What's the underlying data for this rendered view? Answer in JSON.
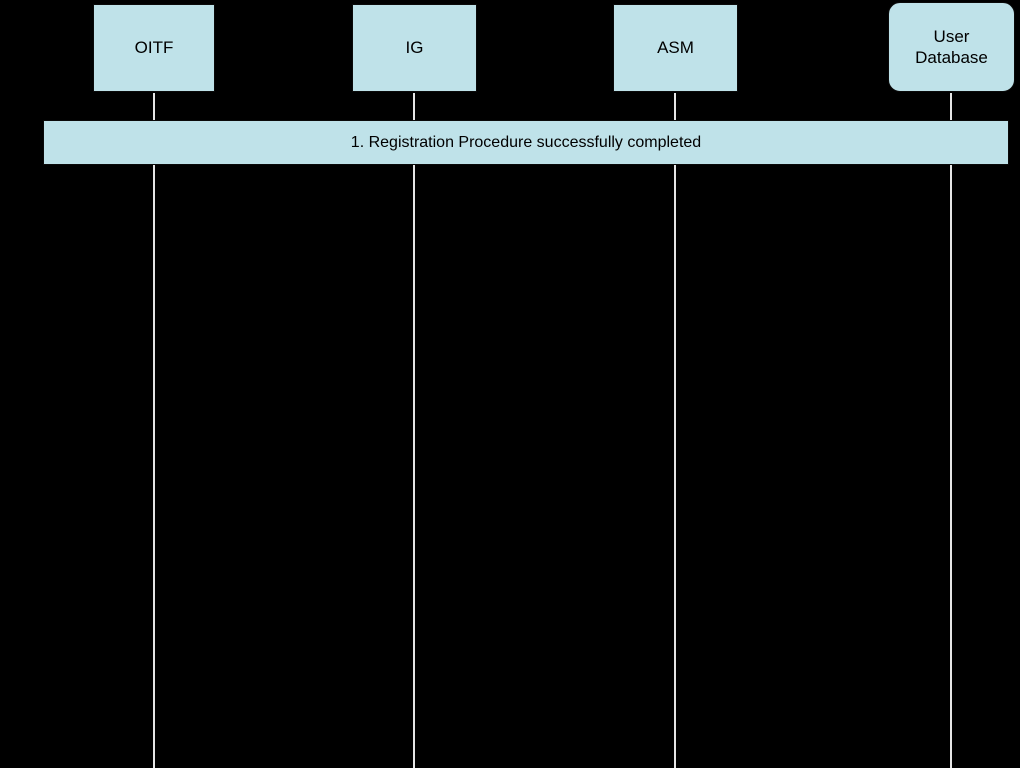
{
  "diagram": {
    "type": "sequence-diagram",
    "actors": [
      {
        "id": "oitf",
        "label": "OITF"
      },
      {
        "id": "ig",
        "label": "IG"
      },
      {
        "id": "asm",
        "label": "ASM"
      },
      {
        "id": "user-database",
        "label": "User Database"
      }
    ],
    "band": {
      "label": "1. Registration Procedure successfully completed"
    },
    "colors": {
      "background": "#000000",
      "actor_fill": "#bfe2e9",
      "lifeline": "#e6e6e6",
      "text": "#000000"
    }
  }
}
